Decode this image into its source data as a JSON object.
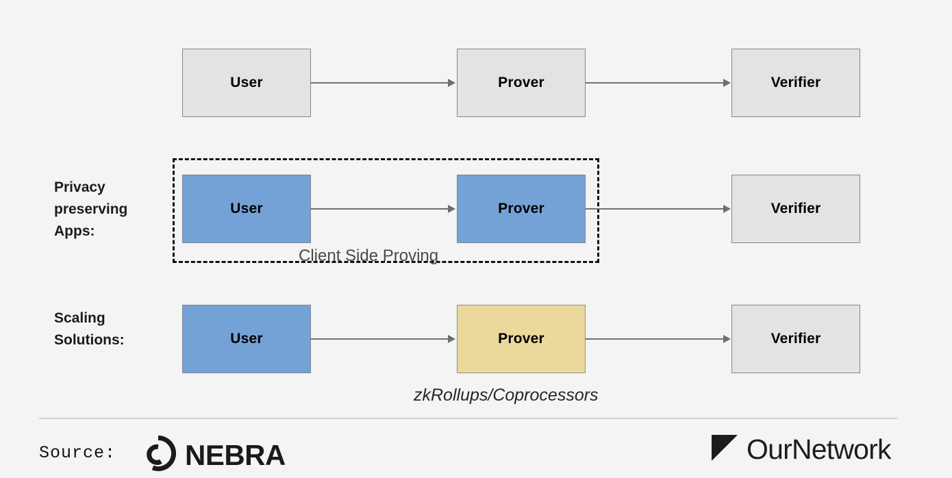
{
  "diagram": {
    "background_color": "#f4f4f4",
    "colors": {
      "gray_fill": "#e3e3e3",
      "blue_fill": "#74a2d6",
      "yellow_fill": "#ebd89c",
      "line": "#6f6f6f",
      "dashed_border": "#111111"
    },
    "rows": [
      {
        "id": "baseline",
        "label": "",
        "nodes": [
          {
            "id": "user",
            "label": "User",
            "color": "gray"
          },
          {
            "id": "prover",
            "label": "Prover",
            "color": "gray"
          },
          {
            "id": "verifier",
            "label": "Verifier",
            "color": "gray"
          }
        ],
        "caption": ""
      },
      {
        "id": "privacy-preserving-apps",
        "label": "Privacy\npreserving\nApps:",
        "nodes": [
          {
            "id": "user",
            "label": "User",
            "color": "blue"
          },
          {
            "id": "prover",
            "label": "Prover",
            "color": "blue"
          },
          {
            "id": "verifier",
            "label": "Verifier",
            "color": "gray"
          }
        ],
        "group_label": "Client Side Proving",
        "caption": ""
      },
      {
        "id": "scaling-solutions",
        "label": "Scaling\nSolutions:",
        "nodes": [
          {
            "id": "user",
            "label": "User",
            "color": "blue"
          },
          {
            "id": "prover",
            "label": "Prover",
            "color": "yellow"
          },
          {
            "id": "verifier",
            "label": "Verifier",
            "color": "gray"
          }
        ],
        "caption": "zkRollups/Coprocessors"
      }
    ]
  },
  "footer": {
    "source_label": "Source:",
    "source_brand": "NEBRA",
    "source_brand_icon": "nebra-ring-icon",
    "publisher_brand": "OurNetwork",
    "publisher_icon": "ournetwork-triangle-icon"
  }
}
